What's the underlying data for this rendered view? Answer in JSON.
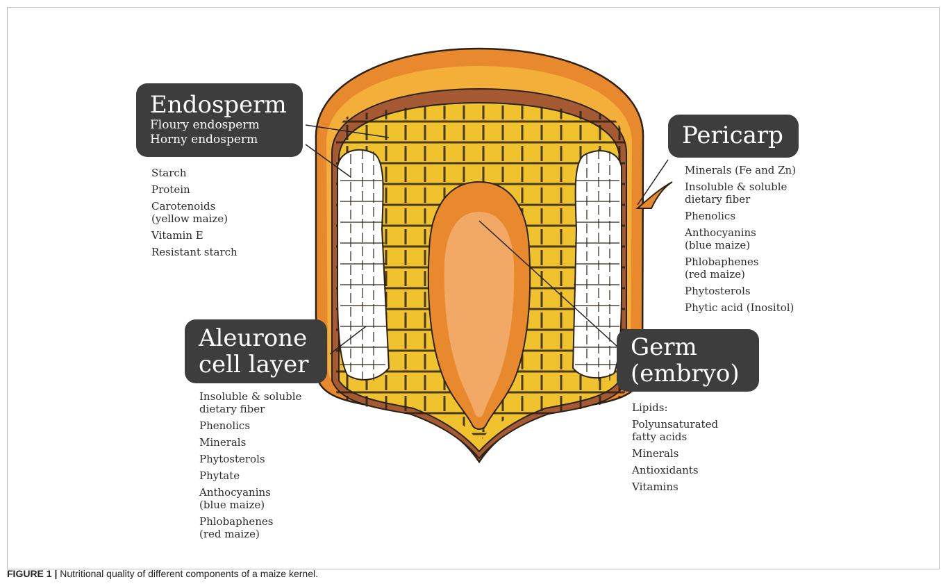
{
  "labels": {
    "endosperm": {
      "title": "Endosperm",
      "sub1": "Floury endosperm",
      "sub2": "Horny endosperm"
    },
    "pericarp": {
      "title": "Pericarp"
    },
    "aleurone": {
      "title1": "Aleurone",
      "title2": "cell layer"
    },
    "germ": {
      "title1": "Germ",
      "title2": "(embryo)"
    }
  },
  "lists": {
    "endosperm": [
      "Starch",
      "Protein",
      "Carotenoids\n(yellow maize)",
      "Vitamin E",
      "Resistant starch"
    ],
    "pericarp": [
      "Minerals (Fe and Zn)",
      "Insoluble & soluble\ndietary fiber",
      "Phenolics",
      "Anthocyanins\n(blue maize)",
      "Phlobaphenes\n(red maize)",
      "Phytosterols",
      "Phytic acid (Inositol)"
    ],
    "aleurone": [
      "Insoluble & soluble\ndietary fiber",
      "Phenolics",
      "Minerals",
      "Phytosterols",
      "Phytate",
      "Anthocyanins\n(blue maize)",
      "Phlobaphenes\n(red maize)"
    ],
    "germ": [
      "Lipids:",
      "Polyunsaturated\nfatty acids",
      "Minerals",
      "Antioxidants",
      "Vitamins"
    ]
  },
  "caption": {
    "label": "FIGURE 1 |",
    "text": "Nutritional quality of different components of a maize kernel."
  },
  "colors": {
    "pericarp_outer": "#E8892E",
    "pericarp_inner": "#F4AE3A",
    "aleurone_brown": "#A65A33",
    "horny_cells": "#F0C32E",
    "cell_outline": "#2a2216",
    "germ_outer": "#E8892E",
    "germ_inner": "#F2A965",
    "label_box": "#3d3d3d"
  }
}
